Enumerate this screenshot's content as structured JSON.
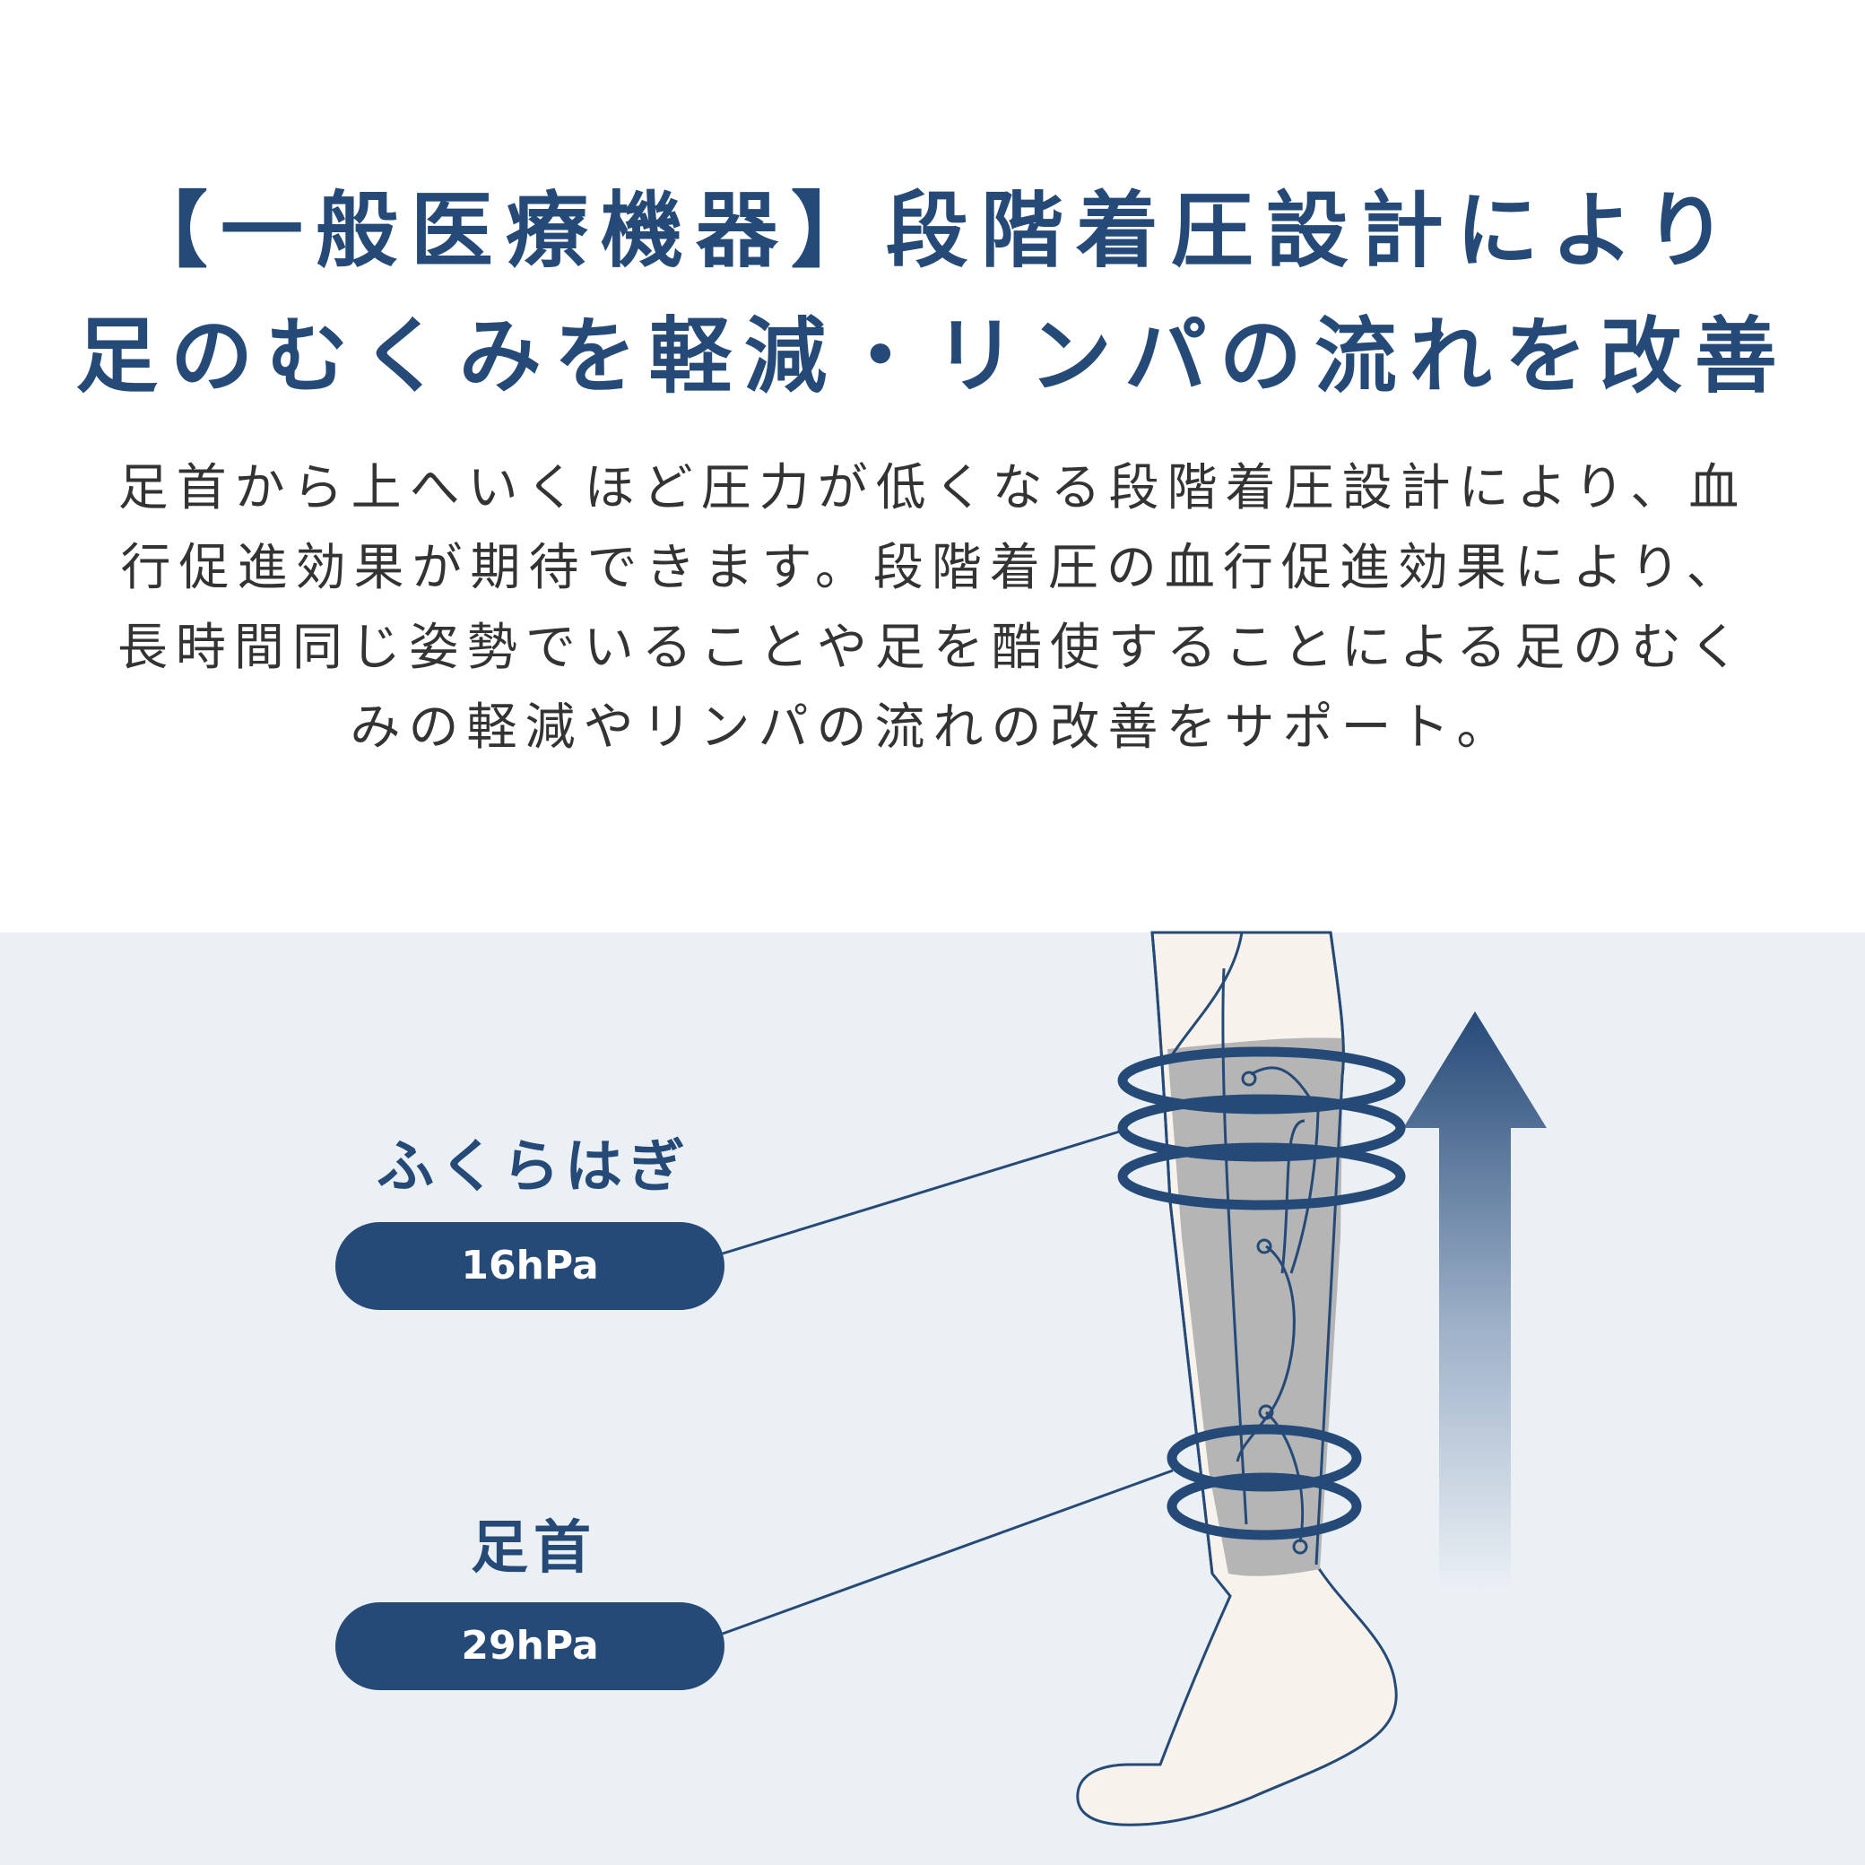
{
  "headline": {
    "line1": "【一般医療機器】段階着圧設計により",
    "line2": "足のむくみを軽減・リンパの流れを改善"
  },
  "description": {
    "lines": [
      "足首から上へいくほど圧力が低くなる段階着圧設計により、血",
      "行促進効果が期待できます。段階着圧の血行促進効果により、",
      "長時間同じ姿勢でいることや足を酷使することによる足のむく",
      "みの軽減やリンパの流れの改善をサポート。"
    ]
  },
  "pressure_points": {
    "calf": {
      "label": "ふくらはぎ",
      "value": "16hPa"
    },
    "ankle": {
      "label": "足首",
      "value": "29hPa"
    }
  },
  "colors": {
    "navy": "#264a78",
    "panel_background": "#ebf0f5",
    "skin": "#f7f3ec",
    "sock_gray": "#b5b5b5",
    "text_gray": "#333333"
  },
  "icons": [
    "leg-illustration",
    "compression-ring-icon",
    "arrow-up-icon"
  ]
}
